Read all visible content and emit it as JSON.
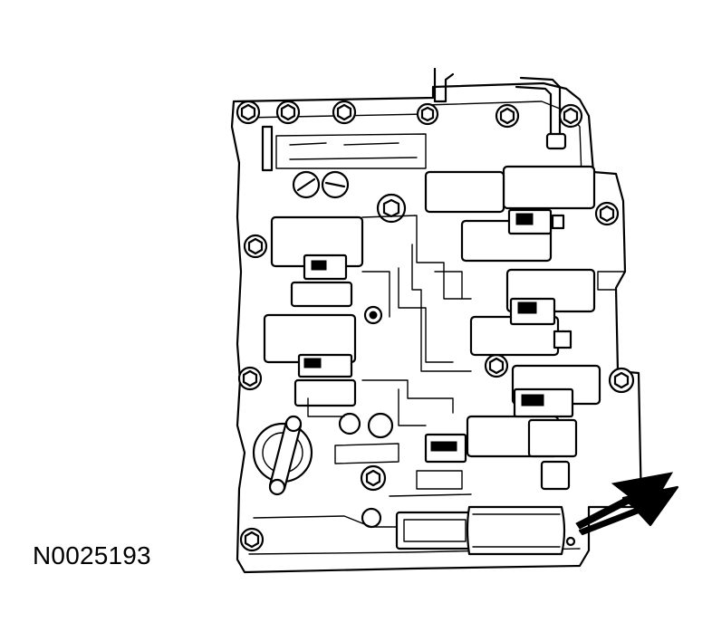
{
  "figure": {
    "id_label": "N0025193",
    "subject": "transmission-valve-body",
    "callout_arrow_target": "solenoid"
  },
  "colors": {
    "line": "#000000",
    "background": "#ffffff",
    "solenoid_fill": "#ffffff"
  }
}
